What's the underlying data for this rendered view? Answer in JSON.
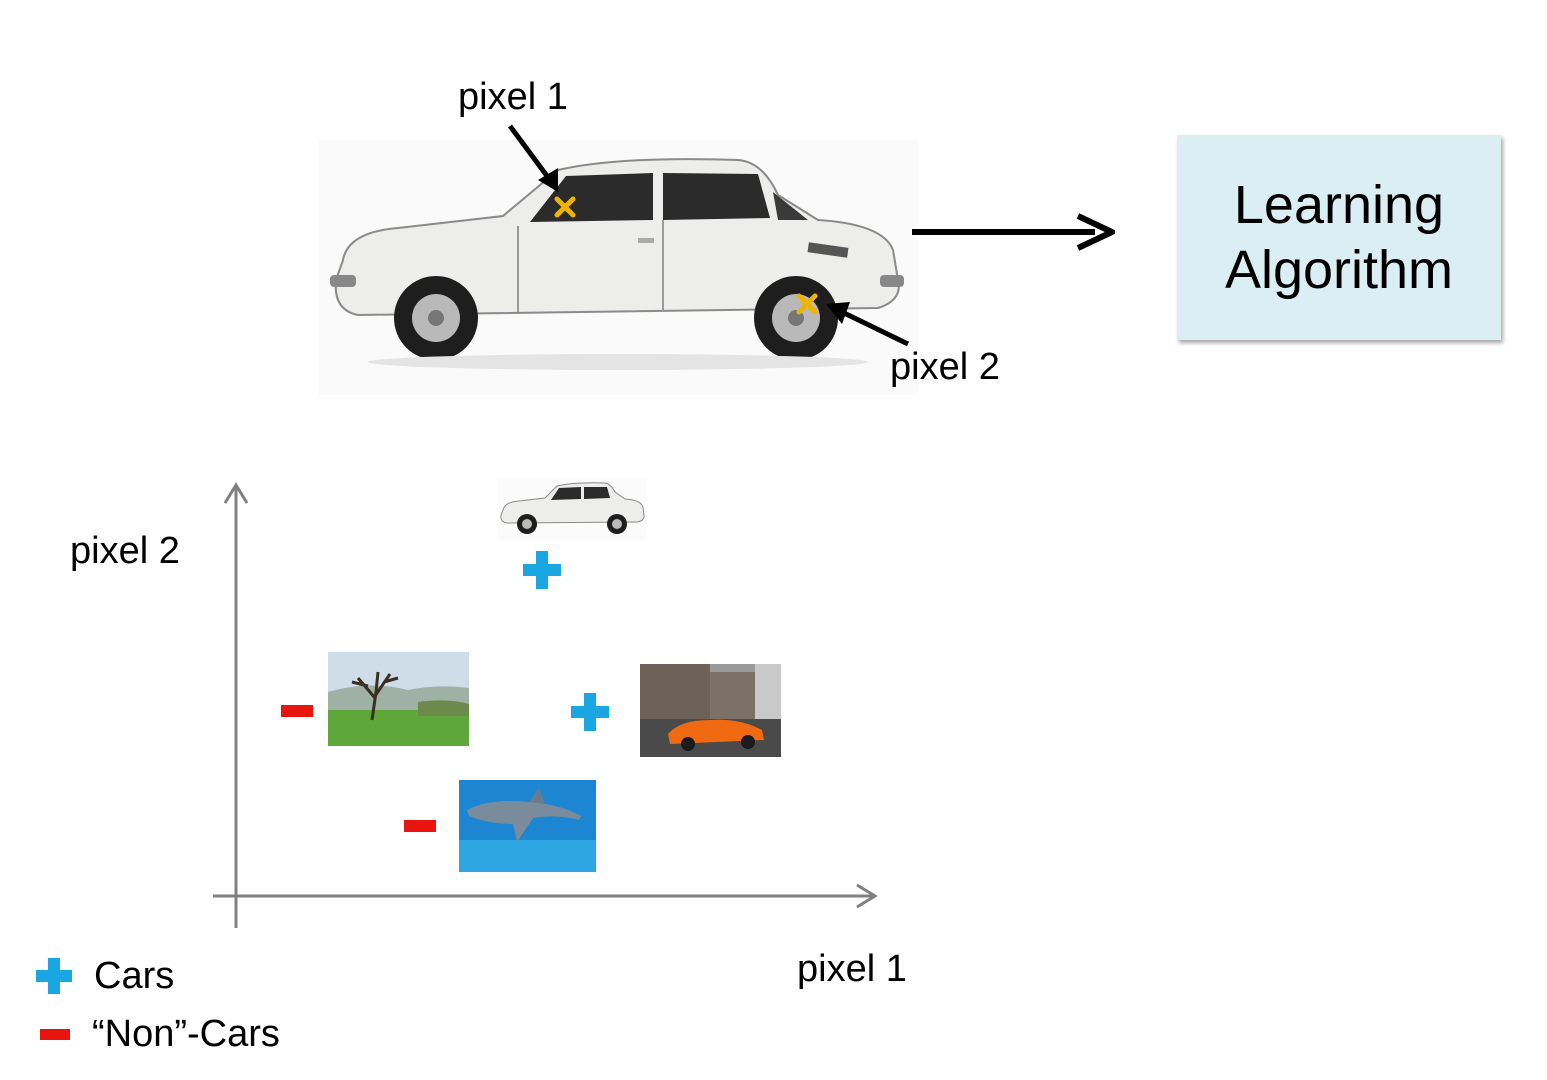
{
  "main_car": {
    "pixel1_label": "pixel 1",
    "pixel2_label": "pixel 2",
    "marker_color": "#f0b400"
  },
  "algorithm_box": {
    "line1": "Learning",
    "line2": "Algorithm",
    "background": "#dbeef4"
  },
  "plot": {
    "y_axis_label": "pixel 2",
    "x_axis_label": "pixel 1",
    "points": [
      {
        "sign": "+",
        "class": "car",
        "image": "white-sedan"
      },
      {
        "sign": "-",
        "class": "non-car",
        "image": "tree"
      },
      {
        "sign": "+",
        "class": "car",
        "image": "orange-sports-car"
      },
      {
        "sign": "-",
        "class": "non-car",
        "image": "dolphin"
      }
    ]
  },
  "legend": {
    "cars_label": "Cars",
    "noncars_label": "“Non”-Cars",
    "plus_color": "#1aa6e0",
    "minus_color": "#e8140f"
  }
}
